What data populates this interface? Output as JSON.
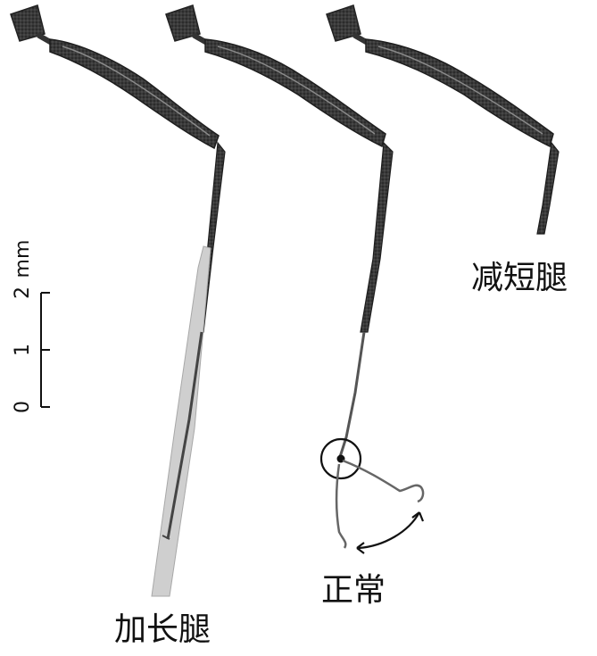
{
  "labels": {
    "long_leg": "加长腿",
    "normal_leg": "正常",
    "short_leg": "减短腿"
  },
  "scale_bar": {
    "ticks": [
      "0",
      "1",
      "2"
    ],
    "unit": "mm"
  },
  "colors": {
    "leg_dark": "#2a2a2a",
    "leg_mid": "#4a4a4a",
    "leg_highlight": "#8a8a8a",
    "extension_gray": "#c8c8c8",
    "text": "#111111"
  }
}
